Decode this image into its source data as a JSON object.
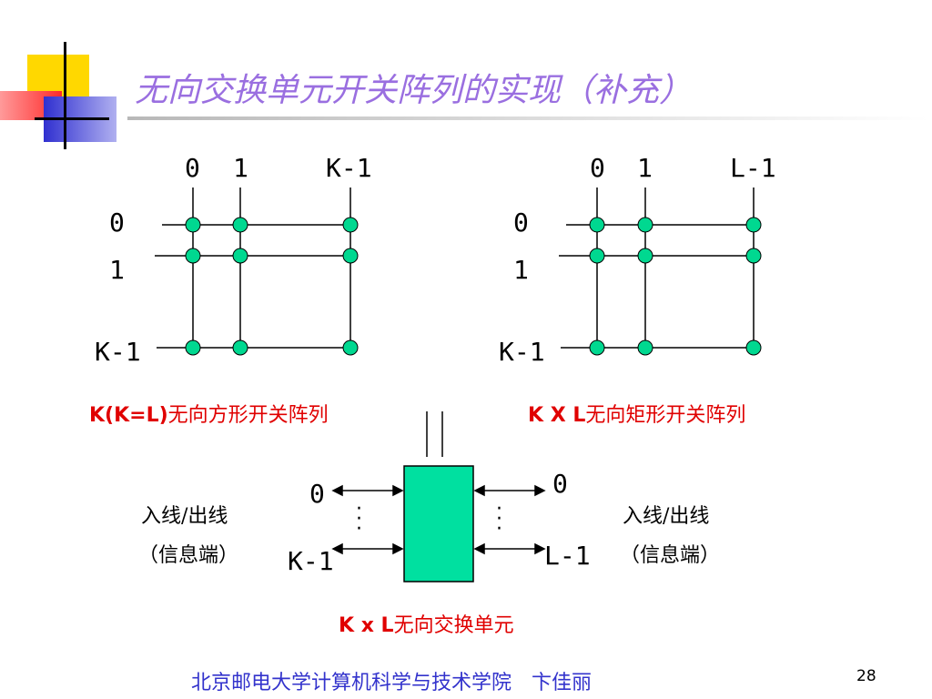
{
  "title": "无向交换单元开关阵列的实现（补充）",
  "square_matrix": {
    "col_labels": [
      "0",
      "1",
      "K-1"
    ],
    "row_labels": [
      "0",
      "1",
      "K-1"
    ],
    "caption_bold": "K(K=L)",
    "caption_rest": "无向方形开关阵列"
  },
  "rect_matrix": {
    "col_labels": [
      "0",
      "1",
      "L-1"
    ],
    "row_labels": [
      "0",
      "1",
      "K-1"
    ],
    "caption_bold": "K X L",
    "caption_rest": "无向矩形开关阵列"
  },
  "switch_unit": {
    "left_top": "0",
    "left_bottom": "K-1",
    "right_top": "0",
    "right_bottom": "L-1",
    "left_side_line1": "入线/出线",
    "left_side_line2": "（信息端）",
    "right_side_line1": "入线/出线",
    "right_side_line2": "（信息端）",
    "caption_bold": "K x L",
    "caption_rest": "无向交换单元",
    "box_color": "#00e0a0"
  },
  "node_color": "#00d890",
  "footer": "北京邮电大学计算机科学与技术学院　卞佳丽",
  "page_number": "28"
}
